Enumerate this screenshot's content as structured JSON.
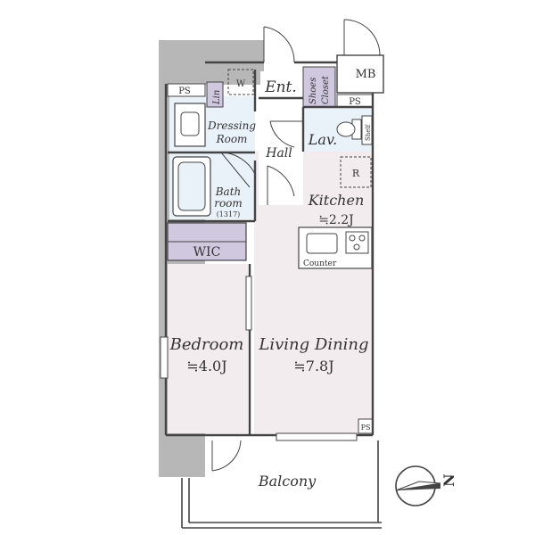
{
  "rooms": {
    "entrance": "Ent.",
    "dressing_room_line1": "Dressing",
    "dressing_room_line2": "Room",
    "bathroom_line1": "Bath",
    "bathroom_line2": "room",
    "bathroom_size": "(1317)",
    "hall": "Hall",
    "lavatory": "Lav.",
    "kitchen": "Kitchen",
    "kitchen_area": "≒2.2J",
    "counter": "Counter",
    "wic": "WIC",
    "bedroom": "Bedroom",
    "bedroom_area": "≒4.0J",
    "living_dining": "Living Dining",
    "living_dining_area": "≒7.8J",
    "balcony": "Balcony"
  },
  "fixtures": {
    "mb": "MB",
    "ps_top_left": "PS",
    "ps_top_right": "PS",
    "ps_bottom_right": "PS",
    "washer": "W",
    "linen": "Lin",
    "shoes_closet_line1": "Shoes",
    "shoes_closet_line2": "Closet",
    "shelf": "Shelf",
    "refrigerator": "R"
  },
  "compass": {
    "north": "N"
  },
  "colors": {
    "floor_pink": "#f3ecee",
    "floor_blue": "#eaf2f9",
    "closet_purple": "#cfc8de",
    "wall_gray": "#b7b7b7",
    "line": "#444444"
  }
}
